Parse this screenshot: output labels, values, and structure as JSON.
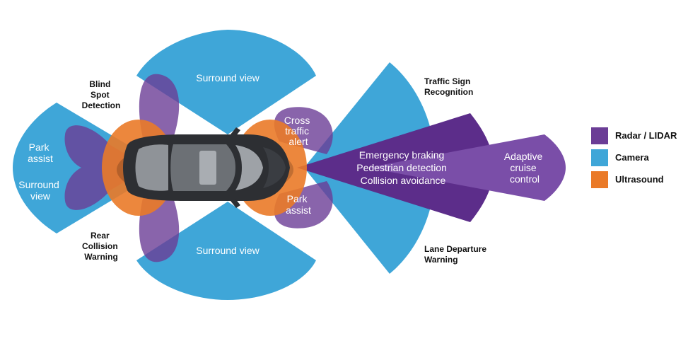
{
  "colors": {
    "radar": "#6b3d96",
    "camera": "#3fa6d8",
    "ultrasound": "#ea7a28",
    "car_body": "#2d2f33"
  },
  "zones": {
    "surround_view_top": "Surround view",
    "surround_view_bottom": "Surround view",
    "park_assist_rear": [
      "Park",
      "assist"
    ],
    "surround_view_rear": [
      "Surround",
      "view"
    ],
    "cross_traffic_alert": [
      "Cross",
      "traffic",
      "alert"
    ],
    "park_assist_front": [
      "Park",
      "assist"
    ],
    "front_radar": [
      "Emergency braking",
      "Pedestrian detection",
      "Collision avoidance"
    ],
    "adaptive_cruise": [
      "Adaptive",
      "cruise",
      "control"
    ]
  },
  "callouts": {
    "blind_spot": [
      "Blind",
      "Spot",
      "Detection"
    ],
    "rear_collision": [
      "Rear",
      "Collision",
      "Warning"
    ],
    "traffic_sign": [
      "Traffic Sign",
      "Recognition"
    ],
    "lane_departure": [
      "Lane Departure",
      "Warning"
    ]
  },
  "legend": [
    {
      "label": "Radar / LIDAR",
      "color": "#6b3d96"
    },
    {
      "label": "Camera",
      "color": "#3fa6d8"
    },
    {
      "label": "Ultrasound",
      "color": "#ea7a28"
    }
  ]
}
